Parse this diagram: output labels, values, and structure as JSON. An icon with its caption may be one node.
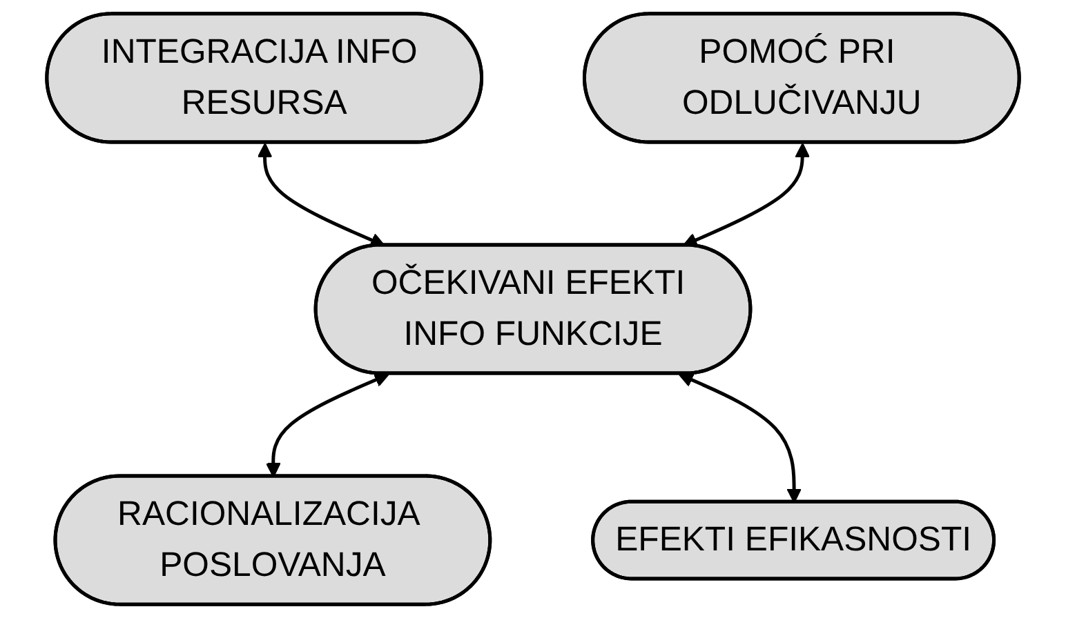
{
  "diagram": {
    "nodes": [
      {
        "text": [
          "INTEGRACIJA INFO RESURSA"
        ]
      },
      {
        "text": [
          "POMOĆ PRI ODLUČIVANJU"
        ]
      },
      {
        "text": [
          "OČEKIVANI EFEKTI INFO FUNKCIJE"
        ]
      },
      {
        "text": [
          "RACIONALIZACIJA POSLOVANJA"
        ]
      },
      {
        "text": [
          "EFEKTI EFIKASNOSTI"
        ]
      }
    ],
    "edges": [
      {
        "from": 0,
        "to": 2,
        "arrow": "both"
      },
      {
        "from": 1,
        "to": 2,
        "arrow": "both"
      },
      {
        "from": 2,
        "to": 3,
        "arrow": "both"
      },
      {
        "from": 2,
        "to": 4,
        "arrow": "both"
      }
    ]
  }
}
